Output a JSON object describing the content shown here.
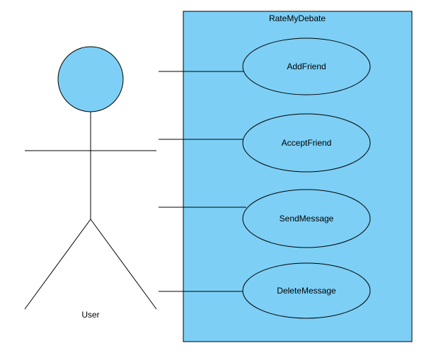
{
  "diagram": {
    "system_boundary": {
      "label": "RateMyDebate"
    },
    "actor": {
      "label": "User"
    },
    "use_cases": [
      {
        "label": "AddFriend"
      },
      {
        "label": "AcceptFriend"
      },
      {
        "label": "SendMessage"
      },
      {
        "label": "DeleteMessage"
      }
    ],
    "colors": {
      "fill": "#7DCFF5",
      "stroke": "#000000",
      "background": "#FFFFFF"
    }
  }
}
